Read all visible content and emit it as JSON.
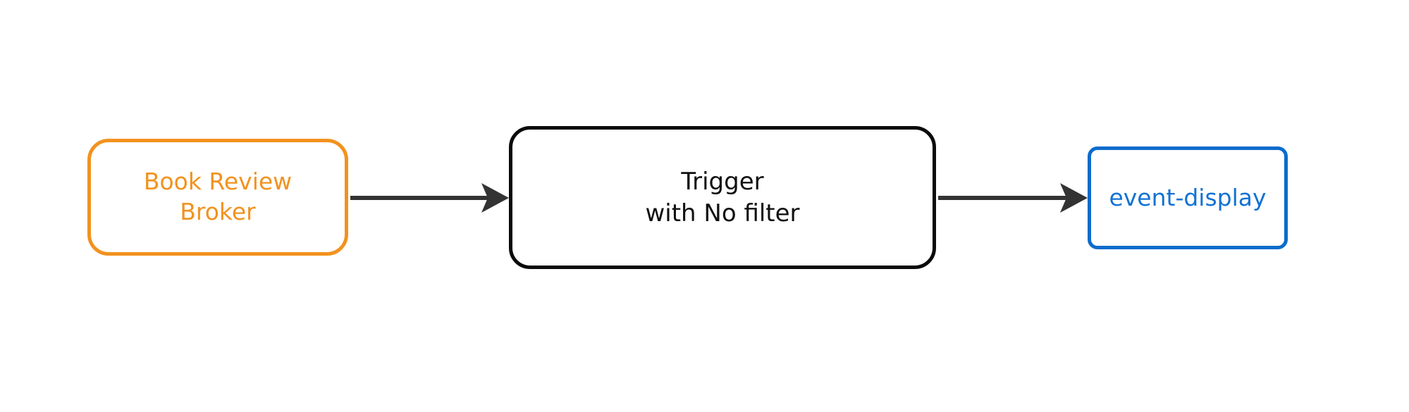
{
  "diagram": {
    "type": "flow-diagram",
    "orientation": "left-to-right",
    "background_color": "#ffffff",
    "nodes": [
      {
        "id": "broker",
        "label": "Book Review\nBroker",
        "line1": "Book Review",
        "line2": "Broker",
        "shape": "rounded-rectangle",
        "border_color": "#f2921e",
        "text_color": "#f2921e",
        "fill_color": "#ffffff"
      },
      {
        "id": "trigger",
        "label": "Trigger\nwith No filter",
        "line1": "Trigger",
        "line2": "with No filter",
        "shape": "rounded-rectangle",
        "border_color": "#0a0a0a",
        "text_color": "#101010",
        "fill_color": "#ffffff"
      },
      {
        "id": "event-display",
        "label": "event-display",
        "line1": "event-display",
        "shape": "rounded-rectangle",
        "border_color": "#0c6ccc",
        "text_color": "#1272d4",
        "fill_color": "#ffffff"
      }
    ],
    "edges": [
      {
        "id": "edge-broker-trigger",
        "from": "broker",
        "to": "trigger",
        "label": "",
        "color": "#333333",
        "arrowhead": "filled-triangle"
      },
      {
        "id": "edge-trigger-event-display",
        "from": "trigger",
        "to": "event-display",
        "label": "",
        "color": "#333333",
        "arrowhead": "filled-triangle"
      }
    ]
  }
}
